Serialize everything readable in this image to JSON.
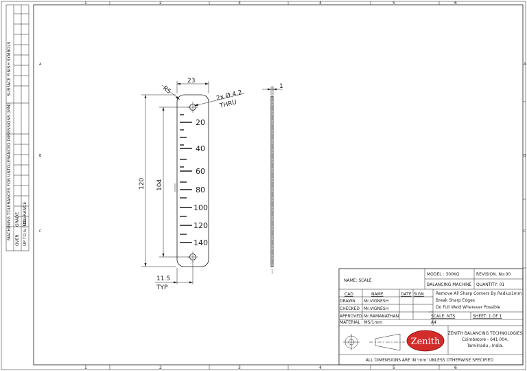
{
  "frame": {
    "zones_horizontal": [
      "1",
      "2",
      "3",
      "4",
      "5",
      "6"
    ],
    "zones_vertical": [
      "A",
      "B",
      "C"
    ]
  },
  "drawing": {
    "dimensions": {
      "overall_height": "120",
      "hole_pitch": "104",
      "width": "23",
      "radius": "R5",
      "hole_callout": "2x Ø 4.2",
      "hole_callout_note": "THRU",
      "edge_offset": "11.5",
      "edge_offset_note": "TYP",
      "thickness": "1"
    },
    "scale_labels": [
      "20",
      "40",
      "60",
      "80",
      "100",
      "120",
      "140"
    ]
  },
  "side_table": {
    "header_surface": "SURFACE FINISH SYMBOLS",
    "header_machining": "MACHINING TOLERANCES FOR UNTOLERANCED DIMENSIONS (MM)",
    "rows": [
      "OVER",
      "UP TO & INCL",
      "TOLERANCE",
      "GRADE"
    ]
  },
  "title_block": {
    "name": "NAME: SCALE",
    "model": "MODEL : 300KG",
    "revision": "REVISION. No:00",
    "machine": "BALANCING MACHINE",
    "quantity": "QUANTITY: 01",
    "col_cad": "CAD",
    "col_name": "NAME",
    "col_date": "DATE",
    "col_sign": "SIGN",
    "drawn_label": "DRAWN",
    "drawn_name": "Mr.VIGNESH",
    "checked_label": "CHECKED",
    "checked_name": "Mr.VIGNESH",
    "approved_label": "APPROVED",
    "approved_name": "Mr.RAMANATHAN",
    "material": "MATERIAL : MS/1mm",
    "note1": "Remove All Sharp Corners By Radius1mm",
    "note2": "Break Sharp Edges",
    "note3": "Do Full Weld Wherever Possible",
    "scale": "SCALE: NTS",
    "sheet": "SHEET: 1 OF 1",
    "paper": "A4",
    "company": "ZENITH BALANCING TECHNOLOGIES",
    "city": "Coimbatore - 641 004.",
    "state": "Tamilnadu , India.",
    "logo_text": "Zenith",
    "footer": "ALL DIMENSIONS ARE IN 'mm' UNLESS OTHERWISE SPECIFIED"
  }
}
